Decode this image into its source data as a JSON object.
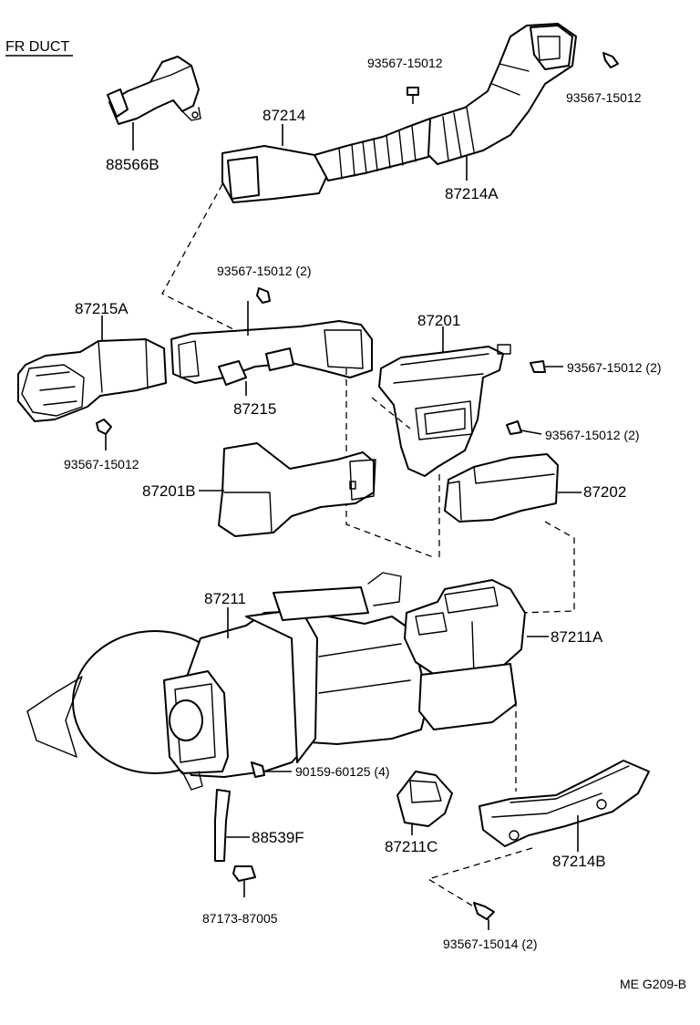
{
  "title": "FR DUCT",
  "figure_code": "ME G209-B",
  "colors": {
    "ink": "#000000",
    "paper": "#ffffff"
  },
  "labels": {
    "p88566B": "88566B",
    "p87214": "87214",
    "s_top_mid": "93567-15012",
    "s_top_right": "93567-15012",
    "p87214A": "87214A",
    "s_87215": "93567-15012 (2)",
    "p87215A": "87215A",
    "p87201": "87201",
    "s_87201": "93567-15012 (2)",
    "p87215": "87215",
    "s_87215A": "93567-15012",
    "s_87202": "93567-15012 (2)",
    "p87201B": "87201B",
    "p87202": "87202",
    "p87211": "87211",
    "p87211A": "87211A",
    "s_90159": "90159-60125 (4)",
    "p88539F": "88539F",
    "p87211C": "87211C",
    "p87214B": "87214B",
    "p87173": "87173-87005",
    "s_87214B": "93567-15014 (2)"
  }
}
